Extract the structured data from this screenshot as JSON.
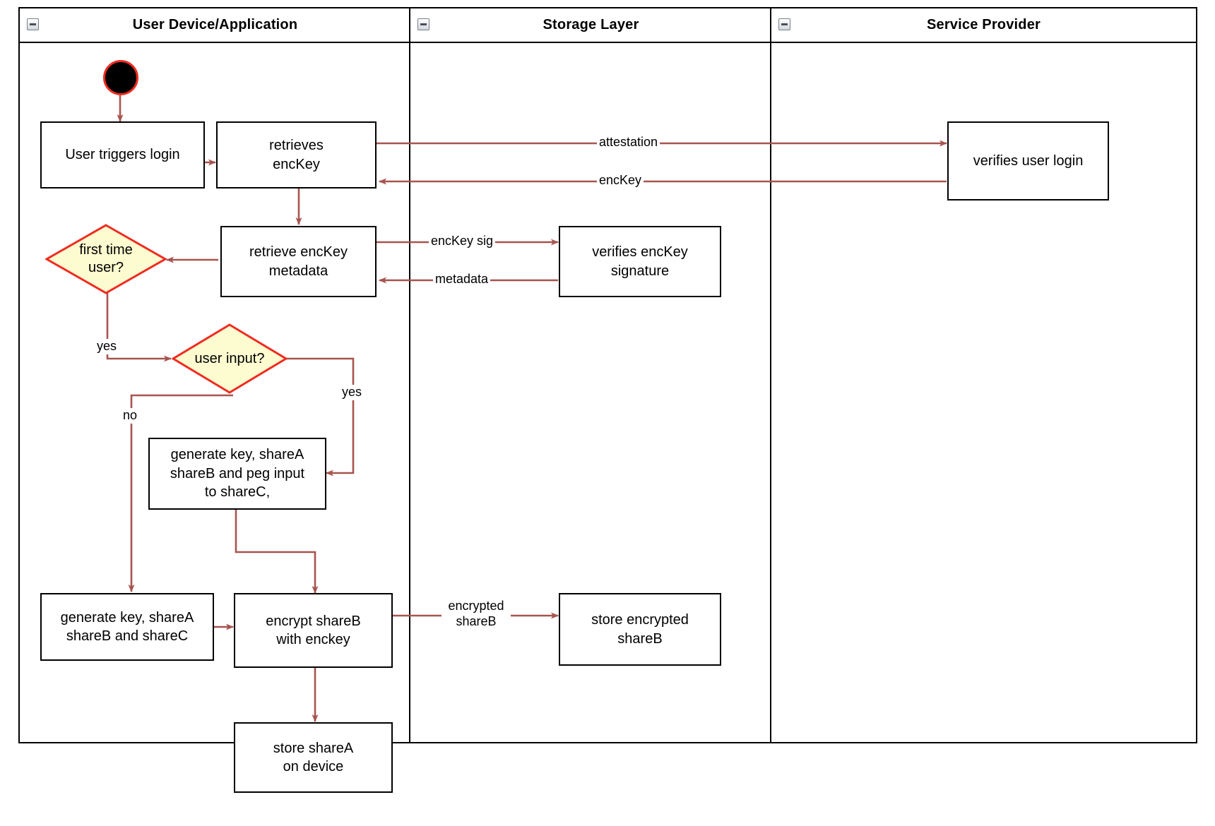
{
  "diagram": {
    "type": "uml-activity-swimlane",
    "title": "Login / key-share provisioning activity diagram",
    "colors": {
      "edge": "#a7544e",
      "decision_fill": "#fdfbd0",
      "decision_stroke": "#ef2c21",
      "node_stroke": "#000000",
      "start_fill": "#000000",
      "start_stroke": "#ef2c21",
      "lane_border": "#000000",
      "background": "#ffffff"
    },
    "lanes": [
      {
        "id": "lane-user-device",
        "label": "User Device/Application",
        "collapse_icon": "minus-box-icon"
      },
      {
        "id": "lane-storage",
        "label": "Storage Layer",
        "collapse_icon": "minus-box-icon"
      },
      {
        "id": "lane-service-provider",
        "label": "Service Provider",
        "collapse_icon": "minus-box-icon"
      }
    ],
    "nodes": [
      {
        "id": "start",
        "kind": "initial-node",
        "lane": "lane-user-device",
        "label": ""
      },
      {
        "id": "user-triggers-login",
        "kind": "action",
        "lane": "lane-user-device",
        "label": "User triggers login"
      },
      {
        "id": "retrieves-enckey",
        "kind": "action",
        "lane": "lane-user-device",
        "label": "retrieves\nencKey"
      },
      {
        "id": "verifies-user-login",
        "kind": "action",
        "lane": "lane-service-provider",
        "label": "verifies user login"
      },
      {
        "id": "retrieve-enckey-metadata",
        "kind": "action",
        "lane": "lane-user-device",
        "label": "retrieve encKey\nmetadata"
      },
      {
        "id": "verifies-enckey-signature",
        "kind": "action",
        "lane": "lane-storage",
        "label": "verifies encKey signature"
      },
      {
        "id": "first-time-user",
        "kind": "decision",
        "lane": "lane-user-device",
        "label": "first time\nuser?"
      },
      {
        "id": "user-input",
        "kind": "decision",
        "lane": "lane-user-device",
        "label": "user input?"
      },
      {
        "id": "generate-peg-input",
        "kind": "action",
        "lane": "lane-user-device",
        "label": "generate key, shareA\nshareB and peg input\nto shareC,"
      },
      {
        "id": "generate-key-shares",
        "kind": "action",
        "lane": "lane-user-device",
        "label": "generate key, shareA\nshareB and shareC"
      },
      {
        "id": "encrypt-shareb",
        "kind": "action",
        "lane": "lane-user-device",
        "label": "encrypt shareB\nwith enckey"
      },
      {
        "id": "store-encrypted-shareb",
        "kind": "action",
        "lane": "lane-storage",
        "label": "store encrypted\nshareB"
      },
      {
        "id": "store-sharea-on-device",
        "kind": "action",
        "lane": "lane-user-device",
        "label": "store shareA\non device"
      }
    ],
    "edges": [
      {
        "id": "e-start-login",
        "from": "start",
        "to": "user-triggers-login",
        "label": ""
      },
      {
        "id": "e-login-retrieves",
        "from": "user-triggers-login",
        "to": "retrieves-enckey",
        "label": ""
      },
      {
        "id": "e-attestation",
        "from": "retrieves-enckey",
        "to": "verifies-user-login",
        "label": "attestation"
      },
      {
        "id": "e-enckey",
        "from": "verifies-user-login",
        "to": "retrieves-enckey",
        "label": "encKey"
      },
      {
        "id": "e-retrieves-metadata",
        "from": "retrieves-enckey",
        "to": "retrieve-enckey-metadata",
        "label": ""
      },
      {
        "id": "e-enckey-sig",
        "from": "retrieve-enckey-metadata",
        "to": "verifies-enckey-signature",
        "label": "encKey sig"
      },
      {
        "id": "e-metadata",
        "from": "verifies-enckey-signature",
        "to": "retrieve-enckey-metadata",
        "label": "metadata"
      },
      {
        "id": "e-metadata-firsttime",
        "from": "retrieve-enckey-metadata",
        "to": "first-time-user",
        "label": ""
      },
      {
        "id": "e-firsttime-yes",
        "from": "first-time-user",
        "to": "user-input",
        "label": "yes"
      },
      {
        "id": "e-userinput-yes",
        "from": "user-input",
        "to": "generate-peg-input",
        "label": "yes"
      },
      {
        "id": "e-userinput-no",
        "from": "user-input",
        "to": "generate-key-shares",
        "label": "no"
      },
      {
        "id": "e-peg-encrypt",
        "from": "generate-peg-input",
        "to": "encrypt-shareb",
        "label": ""
      },
      {
        "id": "e-shares-encrypt",
        "from": "generate-key-shares",
        "to": "encrypt-shareb",
        "label": ""
      },
      {
        "id": "e-encrypted-shareb",
        "from": "encrypt-shareb",
        "to": "store-encrypted-shareb",
        "label": "encrypted\nshareB"
      },
      {
        "id": "e-encrypt-store-sharea",
        "from": "encrypt-shareb",
        "to": "store-sharea-on-device",
        "label": ""
      }
    ],
    "labels": {
      "attestation": "attestation",
      "enckey": "encKey",
      "enckey_sig": "encKey sig",
      "metadata": "metadata",
      "yes_first_time": "yes",
      "yes_user_input": "yes",
      "no_user_input": "no",
      "encrypted_shareb_l1": "encrypted",
      "encrypted_shareb_l2": "shareB"
    },
    "node_text": {
      "user_triggers_login": "User triggers login",
      "retrieves_enckey_l1": "retrieves",
      "retrieves_enckey_l2": "encKey",
      "verifies_user_login": "verifies user login",
      "retrieve_metadata_l1": "retrieve encKey",
      "retrieve_metadata_l2": "metadata",
      "verifies_enckey_signature": "verifies encKey signature",
      "first_time_user_l1": "first time",
      "first_time_user_l2": "user?",
      "user_input": "user input?",
      "peg_l1": "generate key, shareA",
      "peg_l2": "shareB and peg input",
      "peg_l3": "to shareC,",
      "shares_l1": "generate key, shareA",
      "shares_l2": "shareB and shareC",
      "encrypt_l1": "encrypt shareB",
      "encrypt_l2": "with enckey",
      "store_enc_l1": "store encrypted",
      "store_enc_l2": "shareB",
      "store_sharea_l1": "store shareA",
      "store_sharea_l2": "on device"
    }
  }
}
